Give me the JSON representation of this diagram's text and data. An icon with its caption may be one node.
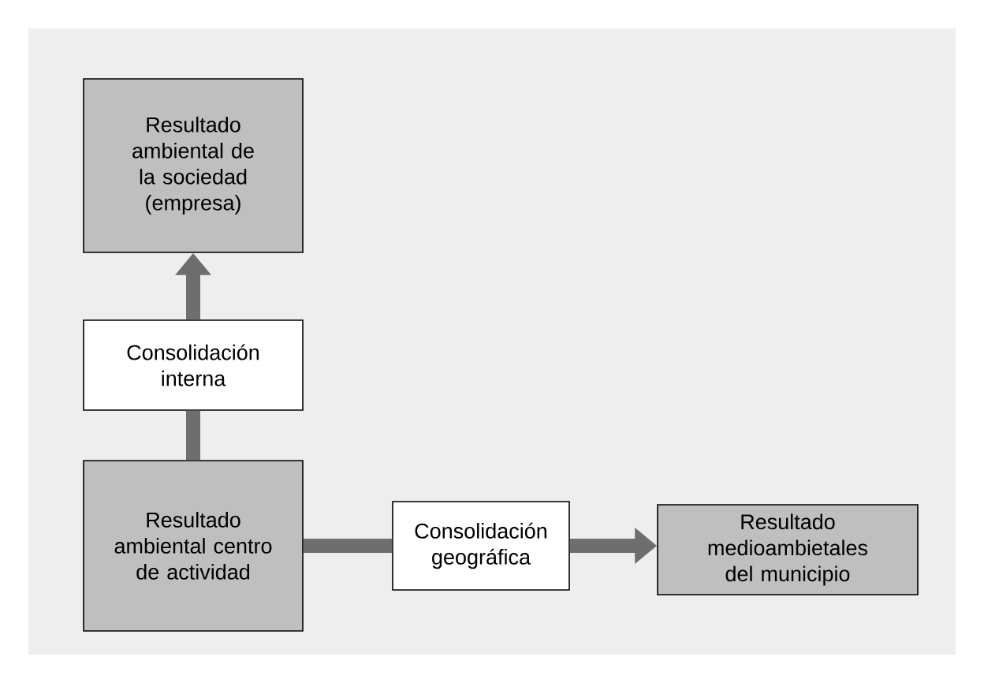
{
  "diagram": {
    "nodes": [
      {
        "text": [
          "Resultado ambiental de la sociedad (empresa)"
        ]
      },
      {
        "text": [
          "Consolidación interna"
        ]
      },
      {
        "text": [
          "Resultado ambiental centro de actividad"
        ]
      },
      {
        "text": [
          "Consolidación geográfica"
        ]
      },
      {
        "text": [
          "Resultado medioambietales del municipio"
        ]
      }
    ],
    "edges": [
      {
        "from": 2,
        "to": 1,
        "arrow": "none"
      },
      {
        "from": 1,
        "to": 0,
        "arrow": "to"
      },
      {
        "from": 2,
        "to": 3,
        "arrow": "none"
      },
      {
        "from": 3,
        "to": 4,
        "arrow": "to"
      }
    ]
  }
}
